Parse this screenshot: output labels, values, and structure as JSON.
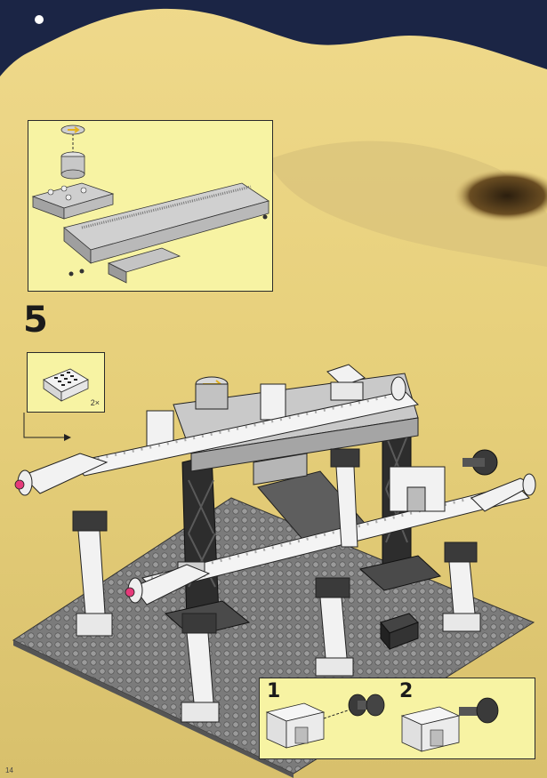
{
  "step": {
    "number": "5"
  },
  "part_callout": {
    "quantity": "2×"
  },
  "substeps": [
    {
      "label": "1"
    },
    {
      "label": "2"
    }
  ],
  "page": {
    "number": "14"
  },
  "colors": {
    "sky": "#1b2545",
    "sand": "#e3cf7c",
    "inset_fill": "#f7f3a3",
    "baseplate": "#7b7b7b",
    "brick_white": "#f2f2f2",
    "brick_gray": "#a9a9a9",
    "brick_black": "#2d2d2d",
    "axle_pink": "#e63a7a"
  }
}
